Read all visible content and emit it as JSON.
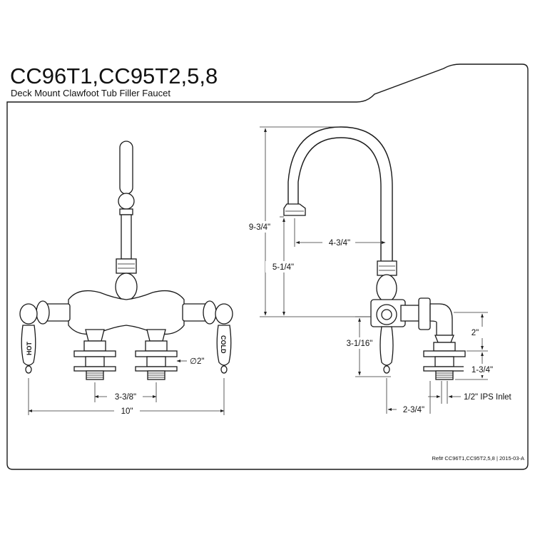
{
  "title": {
    "model_numbers": "CC96T1,CC95T2,5,8",
    "description": "Deck Mount Clawfoot Tub Filler Faucet"
  },
  "front_view": {
    "handle_left_label": "HOT",
    "handle_right_label": "COLD",
    "dim_spacing": "3-3/8\"",
    "dim_overall_width": "10\"",
    "dim_flange_diameter": "∅2\""
  },
  "side_view": {
    "dim_total_height": "9-3/4\"",
    "dim_spout_height": "5-1/4\"",
    "dim_spout_reach": "4-3/4\"",
    "dim_handle_height": "3-1/16\"",
    "dim_riser": "2\"",
    "dim_shank": "1-3/4\"",
    "dim_depth": "2-3/4\"",
    "dim_inlet": "1/2\" IPS Inlet"
  },
  "footer": {
    "reference": "Ref# CC96T1,CC95T2,5,8 | 2015-03-A"
  },
  "colors": {
    "line": "#1a1a1a",
    "background": "#ffffff"
  }
}
